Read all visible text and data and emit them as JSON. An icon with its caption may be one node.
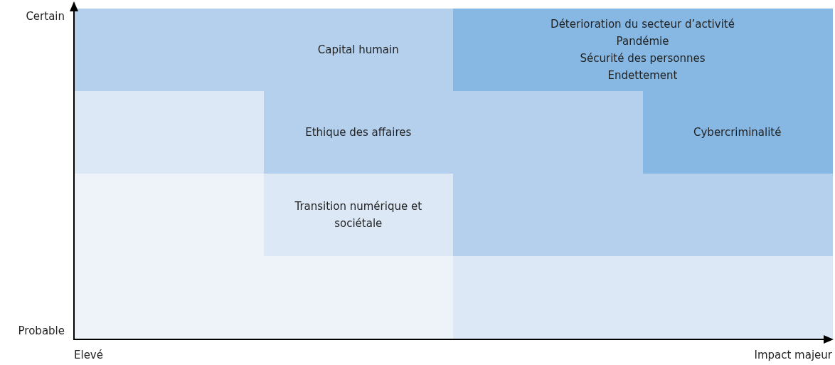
{
  "diagram": {
    "nodes": [
      {
        "text": [
          "Capital humain"
        ]
      },
      {
        "text": [
          "Déterioration du secteur d’activité",
          "Pandémie",
          "Sécurité des personnes",
          "Endettement"
        ]
      },
      {
        "text": [
          "Ethique des affaires"
        ]
      },
      {
        "text": [
          "Cybercriminalité"
        ]
      },
      {
        "text": [
          "Transition numérique et sociétale"
        ]
      }
    ],
    "labels": [
      "Certain",
      "Probable",
      "Elevé",
      "Impact majeur"
    ]
  }
}
